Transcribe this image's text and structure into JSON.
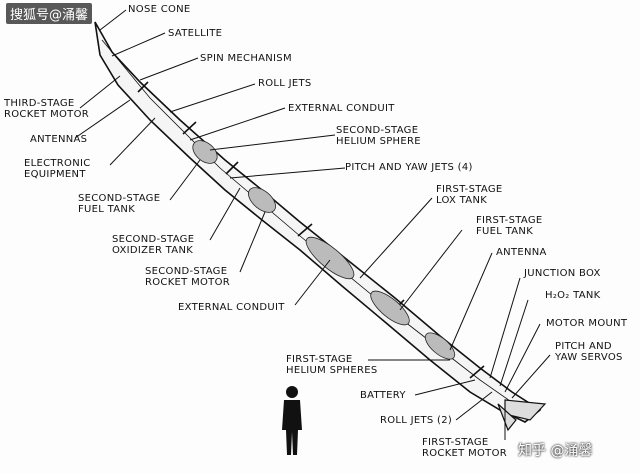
{
  "watermarks": {
    "top_left": "搜狐号@涌馨",
    "bottom_right": "知乎 @涌馨"
  },
  "labels": {
    "nose_cone": "NOSE CONE",
    "satellite": "SATELLITE",
    "spin_mechanism": "SPIN MECHANISM",
    "third_stage_rocket_motor": "THIRD-STAGE\nROCKET MOTOR",
    "roll_jets_top": "ROLL JETS",
    "external_conduit_top": "EXTERNAL CONDUIT",
    "antennas": "ANTENNAS",
    "second_stage_helium_sphere": "SECOND-STAGE\nHELIUM SPHERE",
    "electronic_equipment": "ELECTRONIC\nEQUIPMENT",
    "pitch_yaw_jets": "PITCH AND YAW JETS (4)",
    "second_stage_fuel_tank": "SECOND-STAGE\nFUEL TANK",
    "first_stage_lox_tank": "FIRST-STAGE\nLOX TANK",
    "first_stage_fuel_tank": "FIRST-STAGE\nFUEL TANK",
    "second_stage_oxidizer_tank": "SECOND-STAGE\nOXIDIZER TANK",
    "antenna": "ANTENNA",
    "second_stage_rocket_motor": "SECOND-STAGE\nROCKET MOTOR",
    "junction_box": "JUNCTION BOX",
    "h2o2_tank": "H₂O₂ TANK",
    "external_conduit_bottom": "EXTERNAL CONDUIT",
    "motor_mount": "MOTOR MOUNT",
    "pitch_yaw_servos": "PITCH AND\nYAW SERVOS",
    "first_stage_helium_spheres": "FIRST-STAGE\nHELIUM SPHERES",
    "battery": "BATTERY",
    "roll_jets_bottom": "ROLL JETS (2)",
    "first_stage_rocket_motor": "FIRST-STAGE\nROCKET MOTOR"
  }
}
